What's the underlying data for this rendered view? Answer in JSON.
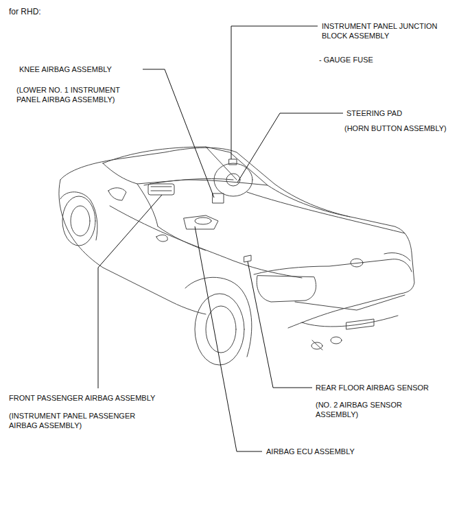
{
  "diagram": {
    "title": "for RHD:",
    "labels": [
      "INSTRUMENT PANEL JUNCTION BLOCK ASSEMBLY",
      "- GAUGE FUSE",
      "KNEE AIRBAG ASSEMBLY",
      "(LOWER NO. 1 INSTRUMENT PANEL AIRBAG ASSEMBLY)",
      "STEERING PAD",
      "(HORN BUTTON ASSEMBLY)",
      "FRONT PASSENGER AIRBAG ASSEMBLY",
      "(INSTRUMENT PANEL PASSENGER AIRBAG ASSEMBLY)",
      "REAR FLOOR AIRBAG SENSOR",
      "(NO. 2 AIRBAG SENSOR ASSEMBLY)",
      "AIRBAG ECU ASSEMBLY"
    ]
  }
}
